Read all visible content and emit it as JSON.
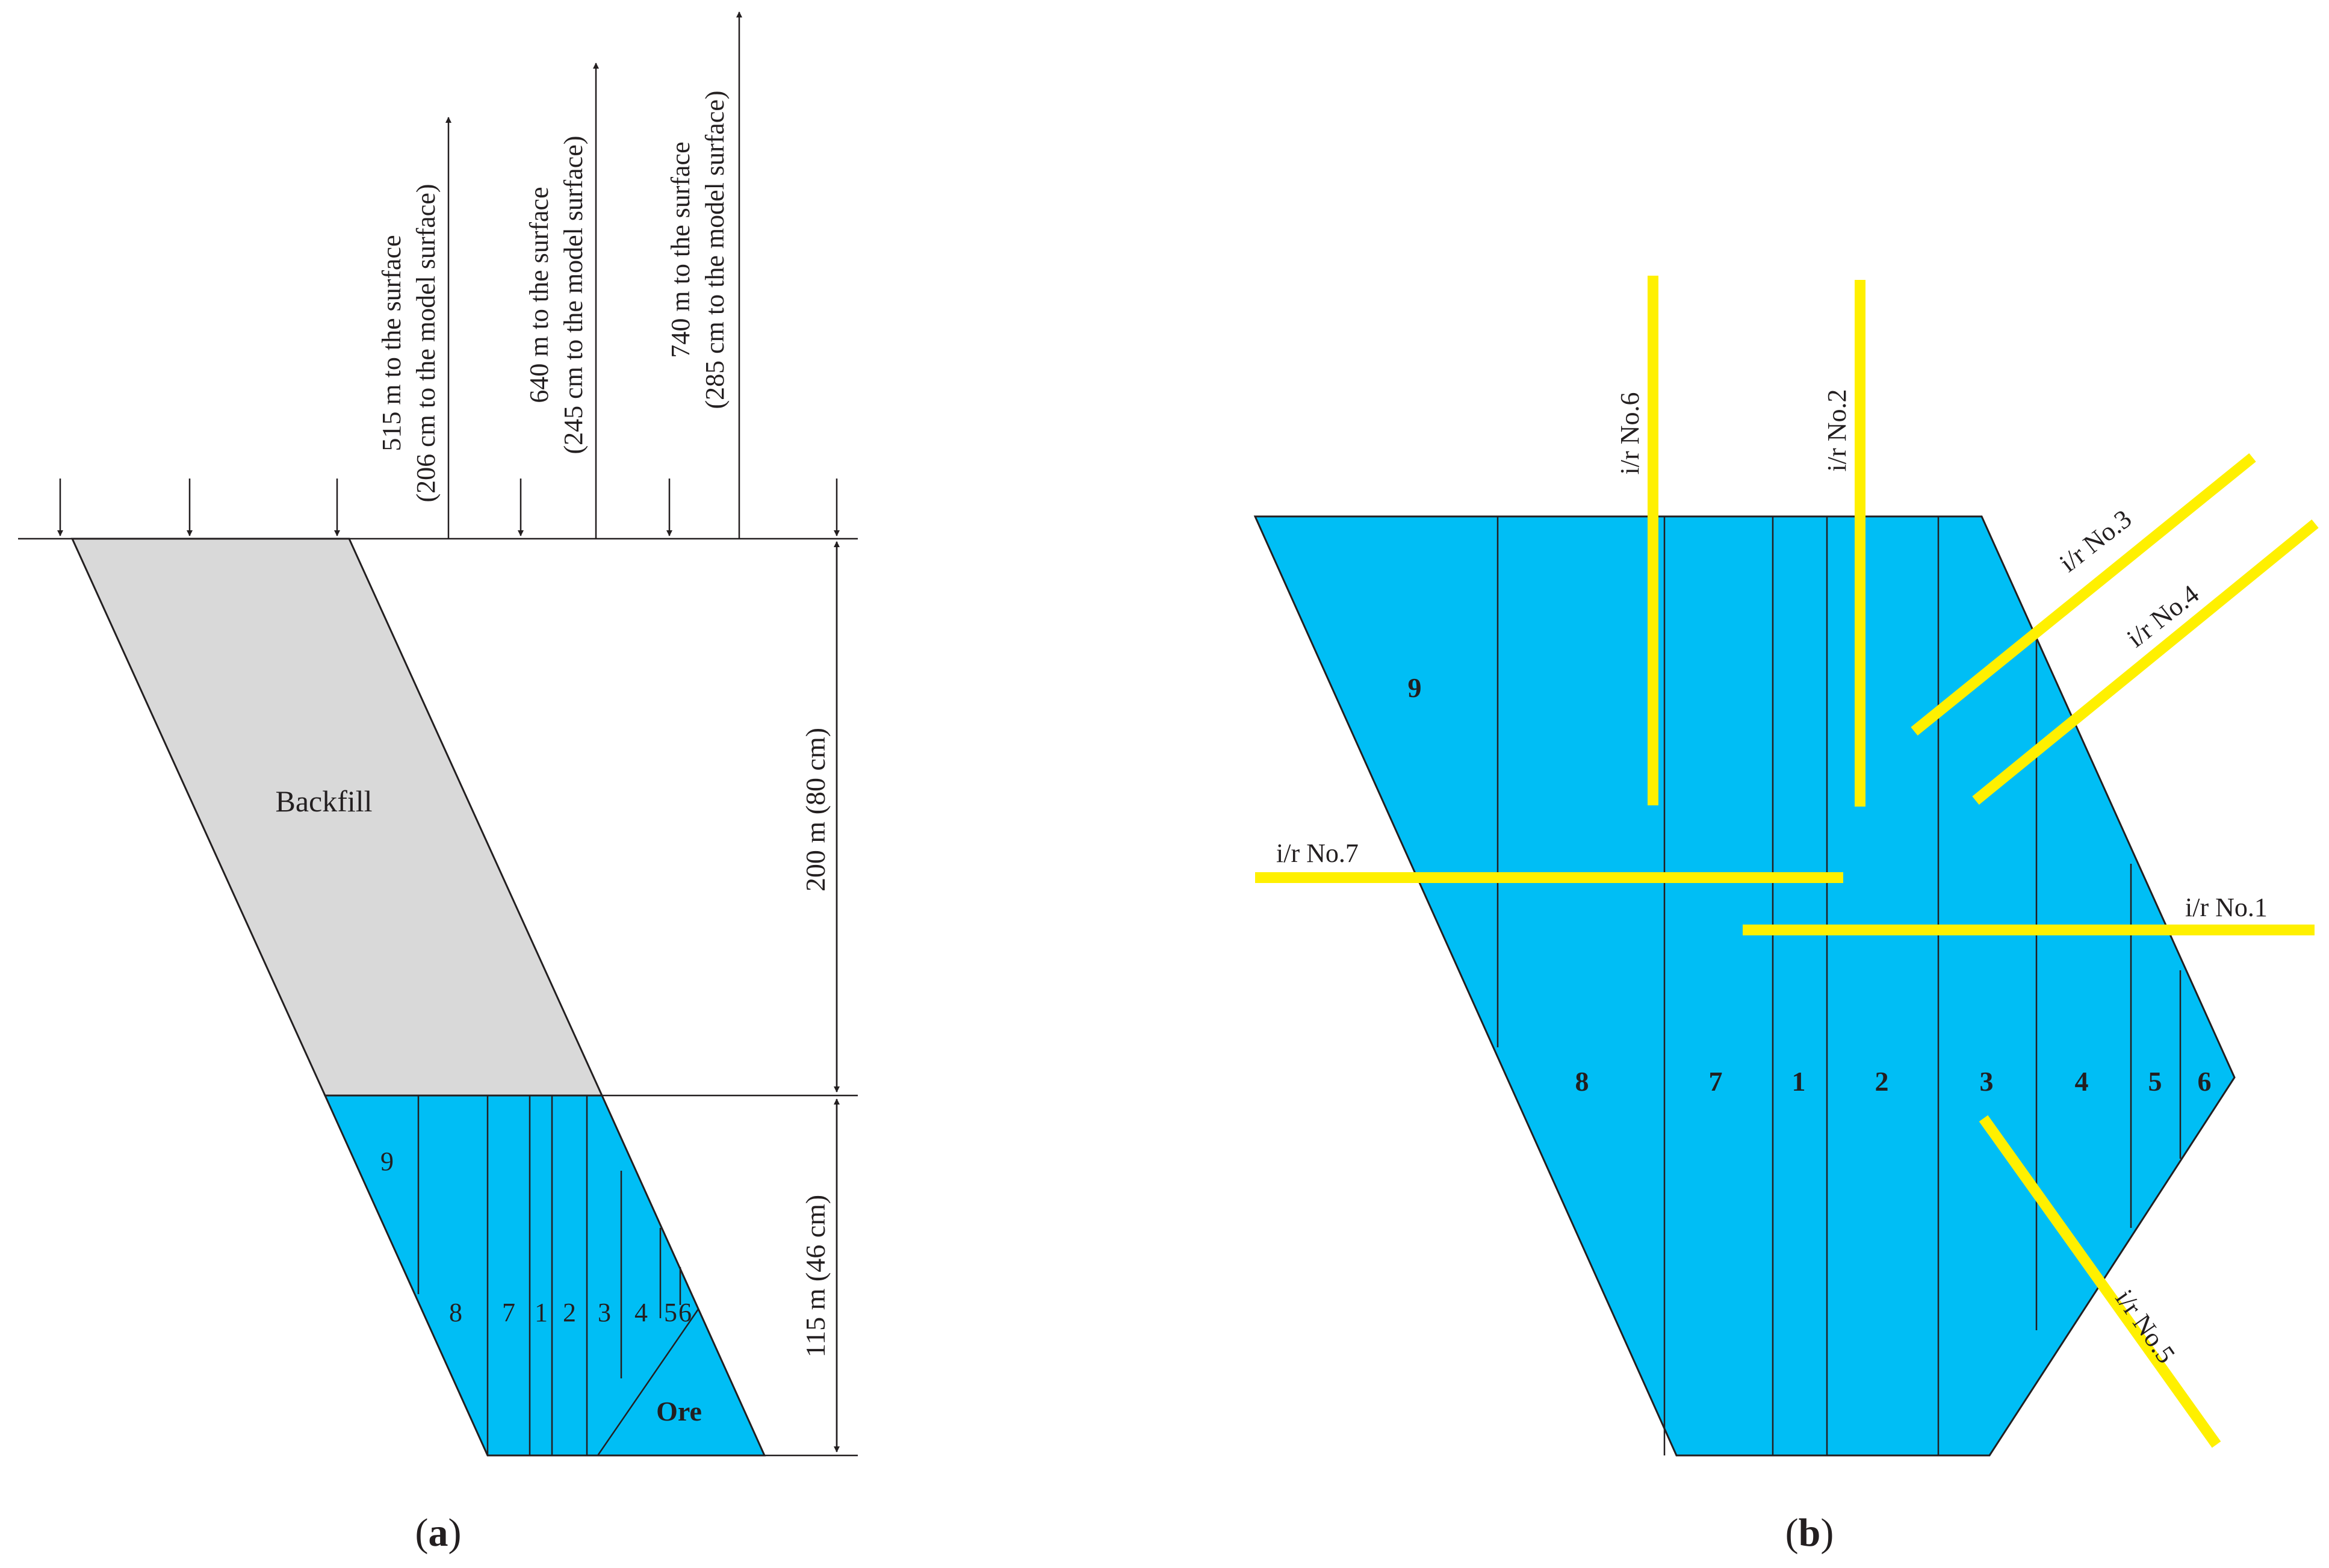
{
  "panel_a": {
    "caption": "(a)",
    "caption_open": "(",
    "caption_letter": "a",
    "caption_close": ")",
    "backfill_label": "Backfill",
    "ore_label": "Ore",
    "depth_labels": [
      {
        "line1": "515 m to the surface",
        "line2": "(206 cm to  the model surface)"
      },
      {
        "line1": "640 m to the surface",
        "line2": "(245 cm to  the model surface)"
      },
      {
        "line1": "740 m to the surface",
        "line2": "(285 cm to  the model surface)"
      }
    ],
    "dimension_upper": "200 m (80 cm)",
    "dimension_lower": "115 m (46 cm)",
    "slice_labels": [
      "9",
      "8",
      "7",
      "1",
      "2",
      "3",
      "4",
      "5",
      "6"
    ],
    "colors": {
      "backfill": "#d9d9d9",
      "ore_body": "#00bef5",
      "stroke": "#231f20"
    }
  },
  "panel_b": {
    "caption": "(b)",
    "caption_open": "(",
    "caption_letter": "b",
    "caption_close": ")",
    "slice_labels": [
      "9",
      "8",
      "7",
      "1",
      "2",
      "3",
      "4",
      "5",
      "6"
    ],
    "gauges": [
      "i/r No.1",
      "i/r No.2",
      "i/r No.3",
      "i/r No.4",
      "i/r No.5",
      "i/r No.6",
      "i/r No.7"
    ],
    "colors": {
      "ore_body": "#00bef5",
      "gauge": "#fff000",
      "stroke": "#231f20"
    }
  }
}
